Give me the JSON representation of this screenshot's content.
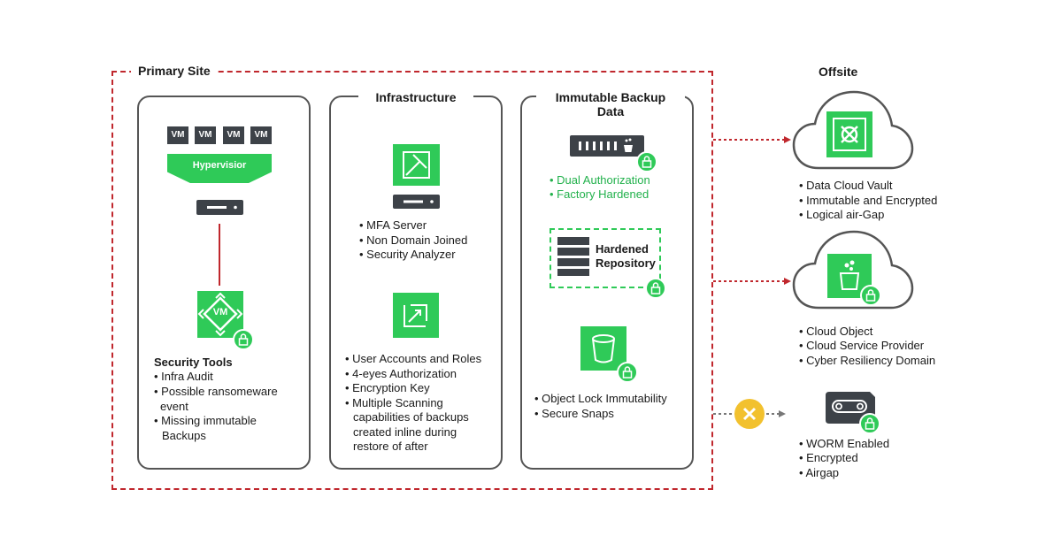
{
  "primary_site": {
    "title": "Primary Site"
  },
  "offsite": {
    "title": "Offsite"
  },
  "panel1": {
    "vm_labels": [
      "VM",
      "VM",
      "VM",
      "VM"
    ],
    "hypervisor_label": "Hypervisior",
    "vm_icon_label": "VM",
    "heading": "Security Tools",
    "items": [
      "• Infra Audit",
      "• Possible ransomeware",
      "event",
      "• Missing immutable",
      "Backups"
    ]
  },
  "panel2": {
    "title": "Infrastructure",
    "group1": [
      "• MFA Server",
      "• Non Domain Joined",
      "• Security Analyzer"
    ],
    "group2": [
      "• User Accounts and Roles",
      "• 4-eyes Authorization",
      "• Encryption Key",
      "• Multiple Scanning",
      "capabilities of backups",
      "created inline during",
      "restore of after"
    ]
  },
  "panel3": {
    "title_line1": "Immutable Backup",
    "title_line2": "Data",
    "green_items": [
      "• Dual Authorization",
      "• Factory Hardened"
    ],
    "repo_line1": "Hardened",
    "repo_line2": "Repository",
    "items": [
      "• Object Lock Immutability",
      "• Secure Snaps"
    ]
  },
  "offsite_items": {
    "vault": [
      "• Data Cloud Vault",
      "• Immutable and Encrypted",
      "• Logical air-Gap"
    ],
    "object": [
      "• Cloud Object",
      "• Cloud Service Provider",
      "• Cyber Resiliency Domain"
    ],
    "tape": [
      "• WORM Enabled",
      "• Encrypted",
      "• Airgap"
    ]
  },
  "colors": {
    "green": "#2fca58",
    "red": "#c0272d",
    "dark": "#3d4248",
    "yellow": "#f2c12e"
  },
  "icons": [
    "vm-icon",
    "hypervisor-icon",
    "server-icon",
    "lock-icon",
    "appliance-icon",
    "bucket-icon",
    "vault-icon",
    "tape-icon",
    "blocked-icon"
  ]
}
